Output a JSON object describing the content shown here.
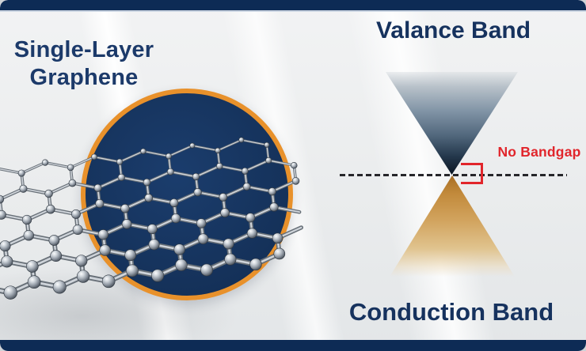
{
  "diagram": {
    "title": {
      "line1": "Single-Layer",
      "line2": "Graphene"
    },
    "valence_band_label": "Valance Band",
    "conduction_band_label": "Conduction Band",
    "no_bandgap_label": "No Bandgap"
  },
  "colors": {
    "bar_navy": "#0d2b55",
    "circle_navy": "#16345e",
    "ring_orange": "#e8912b",
    "text_navy": "#1c3a6a",
    "band_label_navy": "#16325e",
    "bandgap_red": "#e1252b",
    "background_gray": "#eceeef",
    "valence_cone_tip": "#0a1522",
    "conduction_cone_tip": "#a86e25",
    "dashed_line_black": "#26262a"
  },
  "icons": {
    "graphene_illustration": "graphene-lattice-3d-icon",
    "valence_cone": "inverted-cone-icon",
    "conduction_cone": "upright-cone-icon"
  }
}
